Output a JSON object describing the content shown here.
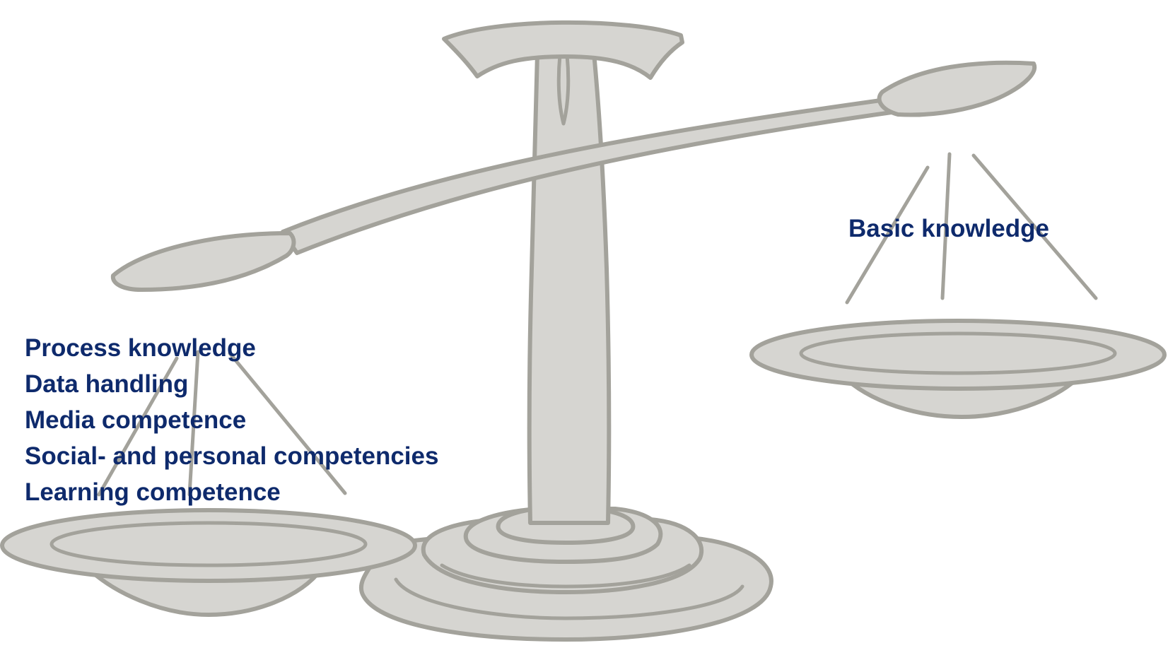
{
  "diagram": {
    "type": "balance-scale",
    "colors": {
      "fill": "#d6d5d1",
      "outline": "#a3a29b",
      "text": "#0e2a6c"
    },
    "right_pan": {
      "label": "Basic knowledge"
    },
    "left_pan": {
      "items": [
        "Process knowledge",
        "Data handling",
        "Media competence",
        "Social- and personal competencies",
        "Learning competence"
      ]
    }
  }
}
